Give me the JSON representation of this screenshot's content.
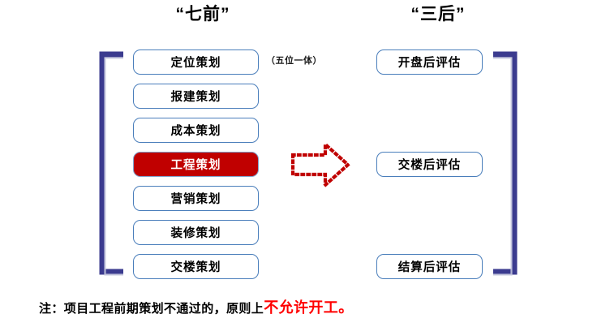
{
  "headings": {
    "left": "“七前”",
    "right": "“三后”"
  },
  "side_note": "（五位一体）",
  "left_column": {
    "items": [
      {
        "label": "定位策划",
        "highlighted": false
      },
      {
        "label": "报建策划",
        "highlighted": false
      },
      {
        "label": "成本策划",
        "highlighted": false
      },
      {
        "label": "工程策划",
        "highlighted": true
      },
      {
        "label": "营销策划",
        "highlighted": false
      },
      {
        "label": "装修策划",
        "highlighted": false
      },
      {
        "label": "交楼策划",
        "highlighted": false
      }
    ]
  },
  "right_column": {
    "items": [
      {
        "label": "开盘后评估"
      },
      {
        "label": "交楼后评估"
      },
      {
        "label": "结算后评估"
      }
    ]
  },
  "arrow": {
    "name": "dotted-right-arrow",
    "color": "#C00000",
    "direction": "right"
  },
  "footnote": {
    "prefix": "注：项目工程前期策划不通过的，原则上",
    "emphasis": "不允许开工。"
  },
  "colors": {
    "box_border": "#4A7EBB",
    "highlight_fill": "#C00000",
    "bracket": "#3B3B8F",
    "emphasis_text": "#FF0000",
    "background": "#FFFFFF"
  }
}
